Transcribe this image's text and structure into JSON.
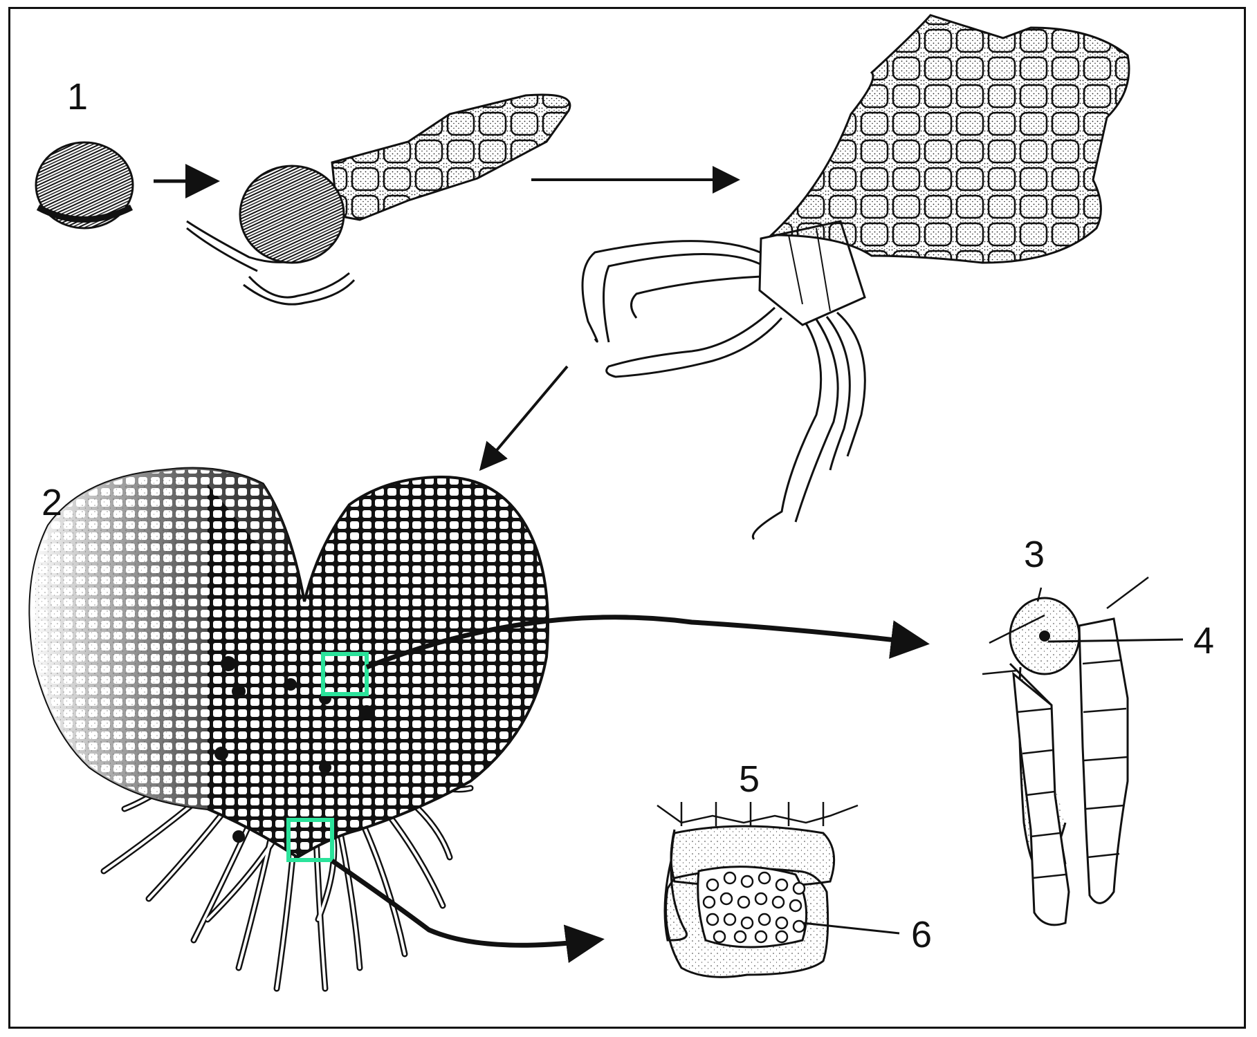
{
  "labels": {
    "l1": "1",
    "l2": "2",
    "l3": "3",
    "l4": "4",
    "l5": "5",
    "l6": "6"
  },
  "colors": {
    "ink": "#111111",
    "highlight": "#2be39b",
    "paper": "#ffffff"
  }
}
